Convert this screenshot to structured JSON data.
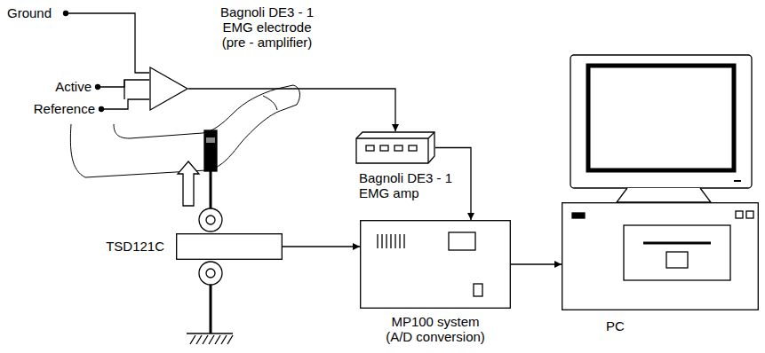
{
  "diagram": {
    "nodes": [
      {
        "text": [
          "Bagnoli DE3 - 1 EMG electrode (pre - amplifier)"
        ]
      },
      {
        "text": [
          "Bagnoli DE3 - 1 EMG amp"
        ]
      },
      {
        "text": [
          "TSD121C"
        ]
      },
      {
        "text": [
          "MP100 system (A/D conversion)"
        ]
      },
      {
        "text": [
          "PC"
        ]
      }
    ],
    "edges": [
      {
        "from": 0,
        "to": 1,
        "arrow": "to"
      },
      {
        "from": 1,
        "to": 3,
        "arrow": "to"
      },
      {
        "from": 2,
        "to": 3,
        "arrow": "to"
      },
      {
        "from": 3,
        "to": 4,
        "arrow": "to"
      }
    ],
    "labels": [
      "Ground",
      "Active",
      "Reference"
    ]
  }
}
